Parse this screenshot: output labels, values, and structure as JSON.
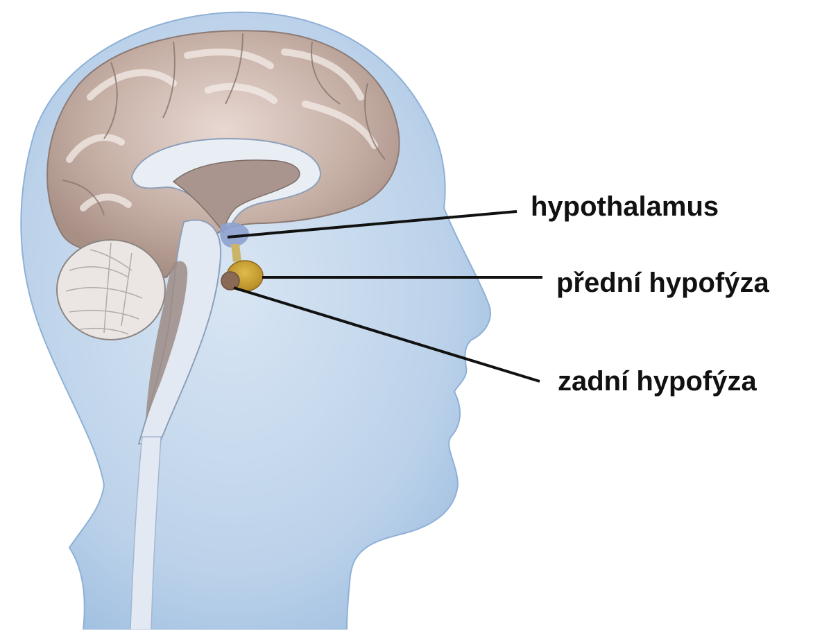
{
  "labels": {
    "hypothalamus": "hypothalamus",
    "anterior_pituitary": "přední hypofýza",
    "posterior_pituitary": "zadní hypofýza"
  },
  "colors": {
    "skin": "#b9cfe8",
    "skin_edge": "#8fb0d6",
    "brain": "#b8a39a",
    "brain_highlight": "#ead9d2",
    "ventricle": "#e9eef5",
    "cerebellum": "#ebe6e4",
    "pituitary_anterior": "#c9a23a",
    "pituitary_posterior": "#8a6a55",
    "hypothalamus": "#8ea2cf",
    "leader_line": "#111111"
  }
}
